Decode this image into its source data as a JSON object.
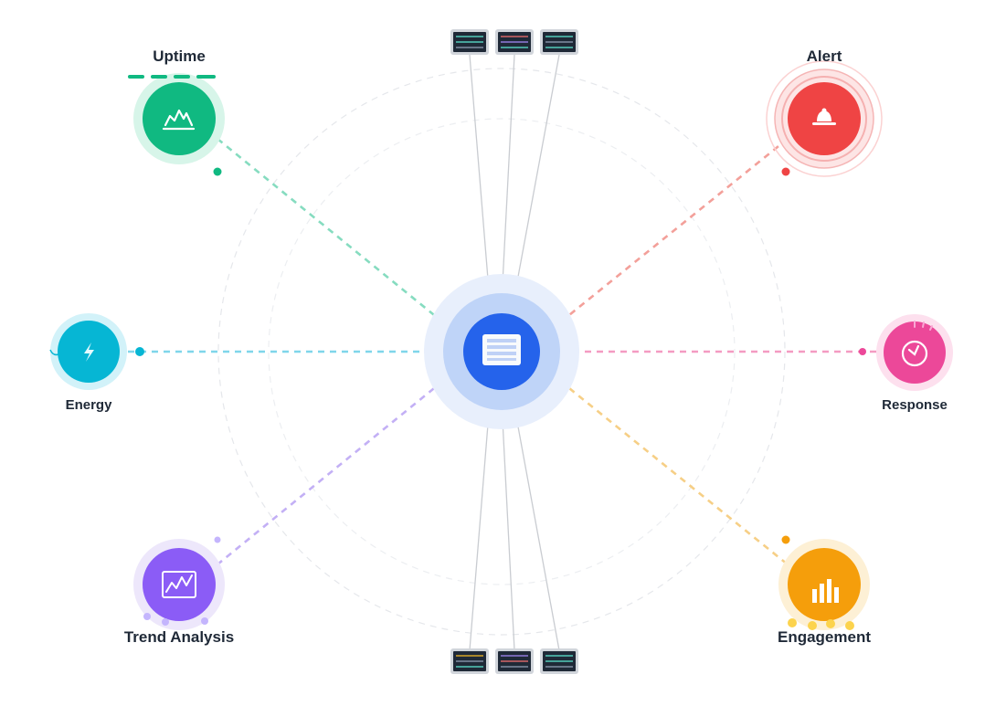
{
  "hub": {
    "icon": "dashboard-icon",
    "color": "#2563eb"
  },
  "nodes": [
    {
      "id": "uptime",
      "label": "Uptime",
      "icon": "mountain-chart-icon",
      "color": "#10b981",
      "line_color": "#86dcc0"
    },
    {
      "id": "alert",
      "label": "Alert",
      "icon": "bell-icon",
      "color": "#ef4444",
      "line_color": "#f3a09a"
    },
    {
      "id": "energy",
      "label": "Energy",
      "icon": "lightning-icon",
      "color": "#06b6d4",
      "line_color": "#7fd6ea"
    },
    {
      "id": "response",
      "label": "Response",
      "icon": "clock-icon",
      "color": "#ec4899",
      "line_color": "#f49bc2"
    },
    {
      "id": "trend",
      "label": "Trend Analysis",
      "icon": "trend-chart-icon",
      "color": "#8b5cf6",
      "line_color": "#c3b0f5"
    },
    {
      "id": "engagement",
      "label": "Engagement",
      "icon": "bar-chart-icon",
      "color": "#f59e0b",
      "line_color": "#f6cf86"
    }
  ],
  "servers": {
    "icon": "server-rack-icon",
    "top_count": 3,
    "bottom_count": 3
  }
}
